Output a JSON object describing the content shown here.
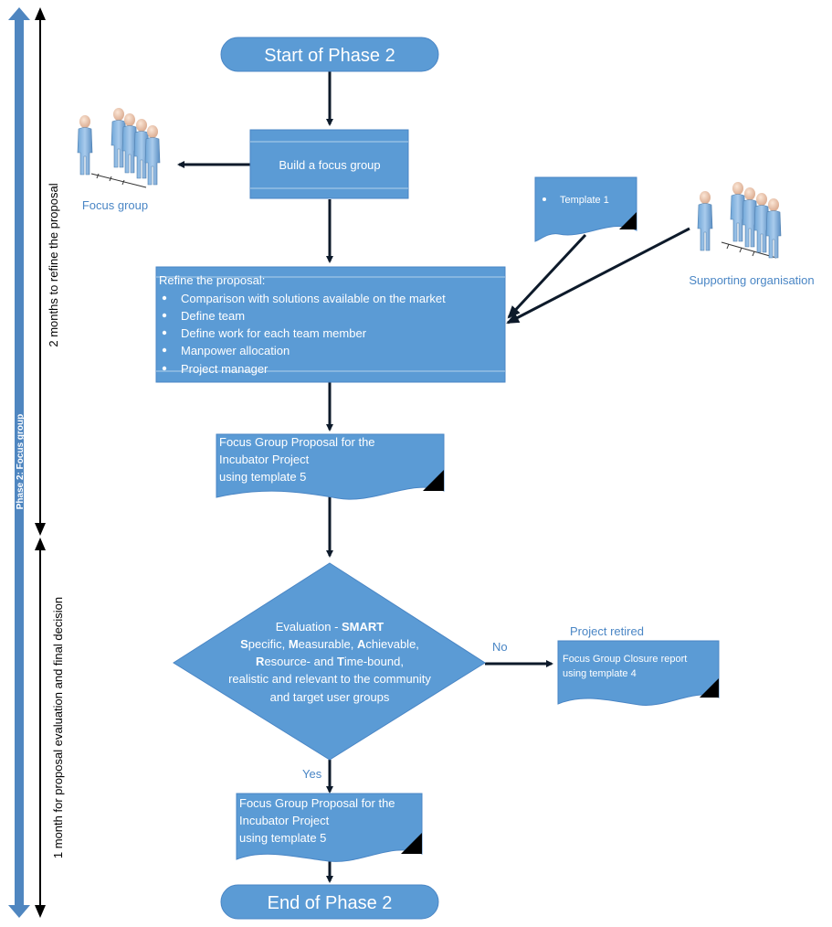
{
  "colors": {
    "box_fill": "#5b9bd5",
    "box_stroke": "#4a86c5",
    "label_blue": "#4a86c5",
    "arrow": "#0d1a2a",
    "phase_bar": "#4f86c0",
    "white": "#ffffff"
  },
  "phase_bar": {
    "label": "Phase 2: Focus group"
  },
  "timeline": {
    "top_label": "2 months to refine the proposal",
    "bottom_label": "1 month for proposal evaluation and final decision"
  },
  "start": {
    "label": "Start of Phase 2"
  },
  "end": {
    "label": "End of Phase 2"
  },
  "build": {
    "label": "Build a focus group"
  },
  "focus_group": {
    "label": "Focus group",
    "icon": "people-group-icon"
  },
  "supporting": {
    "label": "Supporting organisation",
    "icon": "people-group-icon"
  },
  "template1": {
    "label": "Template 1"
  },
  "refine": {
    "title": "Refine the proposal:",
    "items": [
      "Comparison  with solutions available on the market",
      "Define team",
      "Define work for each team member",
      "Manpower allocation",
      "Project manager"
    ]
  },
  "proposal_doc_1": {
    "lines": [
      "Focus Group Proposal for the",
      "Incubator Project",
      "using template 5"
    ]
  },
  "evaluation": {
    "line1_prefix": "Evaluation - ",
    "line1_bold": "SMART",
    "line2": [
      {
        "b": "S",
        "t": "pecific, "
      },
      {
        "b": "M",
        "t": "easurable, "
      },
      {
        "b": "A",
        "t": "chievable,"
      }
    ],
    "line3": [
      {
        "b": "R",
        "t": "esource- and "
      },
      {
        "b": "T",
        "t": "ime-bound,"
      }
    ],
    "line4": "realistic and relevant to the community",
    "line5": "and target user groups"
  },
  "no_label": "No",
  "yes_label": "Yes",
  "retired": {
    "title": "Project retired",
    "lines": [
      "Focus Group Closure report",
      "using template 4"
    ]
  },
  "proposal_doc_2": {
    "lines": [
      "Focus Group Proposal for the",
      "Incubator Project",
      "using template 5"
    ]
  }
}
